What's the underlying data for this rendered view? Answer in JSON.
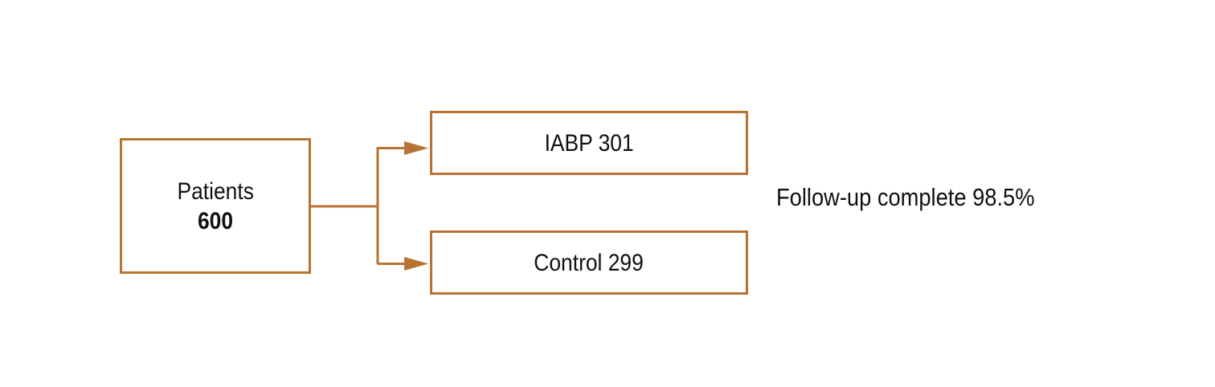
{
  "diagram": {
    "accent_color": "#b87333",
    "source": {
      "label": "Patients",
      "count": "600"
    },
    "arms": [
      {
        "label": "IABP 301"
      },
      {
        "label": "Control 299"
      }
    ],
    "note": "Follow-up complete 98.5%"
  }
}
